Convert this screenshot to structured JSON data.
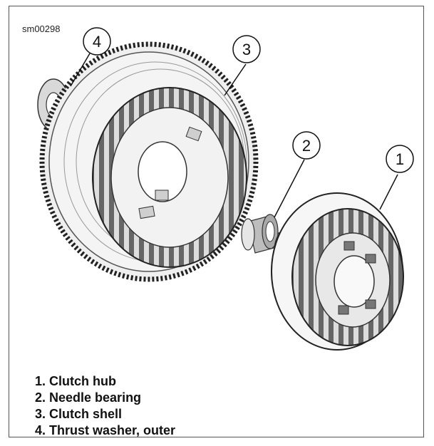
{
  "figure": {
    "ref_id": "sm00298",
    "callouts": [
      "4",
      "3",
      "2",
      "1"
    ],
    "legend": [
      "1. Clutch hub",
      "2. Needle bearing",
      "3. Clutch shell",
      "4. Thrust washer, outer"
    ]
  }
}
